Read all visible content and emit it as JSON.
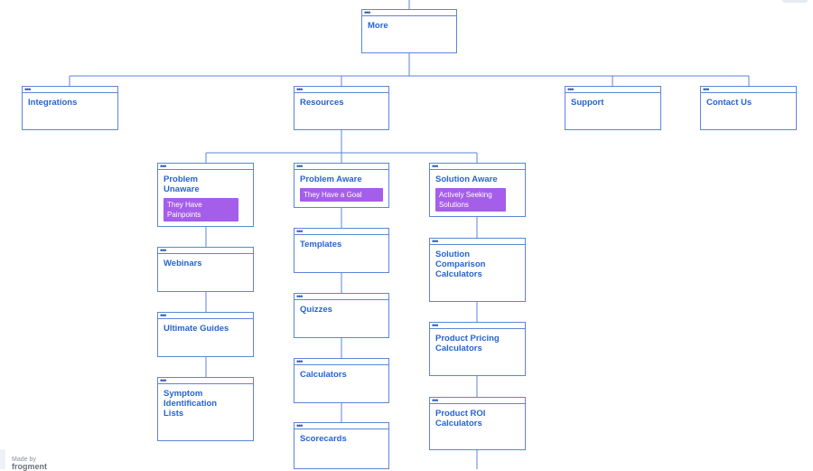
{
  "nodes": {
    "more": {
      "title": "More"
    },
    "integrations": {
      "title": "Integrations"
    },
    "resources": {
      "title": "Resources"
    },
    "support": {
      "title": "Support"
    },
    "contact_us": {
      "title": "Contact Us"
    },
    "problem_unaware": {
      "title": "Problem Unaware",
      "tag": "They Have Painpoints"
    },
    "problem_aware": {
      "title": "Problem Aware",
      "tag": "They Have a Goal"
    },
    "solution_aware": {
      "title": "Solution Aware",
      "tag": "Actively Seeking Solutions"
    },
    "webinars": {
      "title": "Webinars"
    },
    "ultimate_guides": {
      "title": "Ultimate Guides"
    },
    "symptom_lists": {
      "title": "Symptom Identification Lists"
    },
    "templates": {
      "title": "Templates"
    },
    "quizzes": {
      "title": "Quizzes"
    },
    "calculators": {
      "title": "Calculators"
    },
    "scorecards": {
      "title": "Scorecards"
    },
    "solution_comparison": {
      "title": "Solution Comparison Calculators"
    },
    "product_pricing": {
      "title": "Product Pricing Calculators"
    },
    "product_roi": {
      "title": "Product ROI Calculators"
    }
  },
  "footer": {
    "made_by": "Made by",
    "brand": "frogment"
  },
  "colors": {
    "line": "#5b86d6",
    "title": "#2563d4",
    "tag": "#a55eea"
  }
}
